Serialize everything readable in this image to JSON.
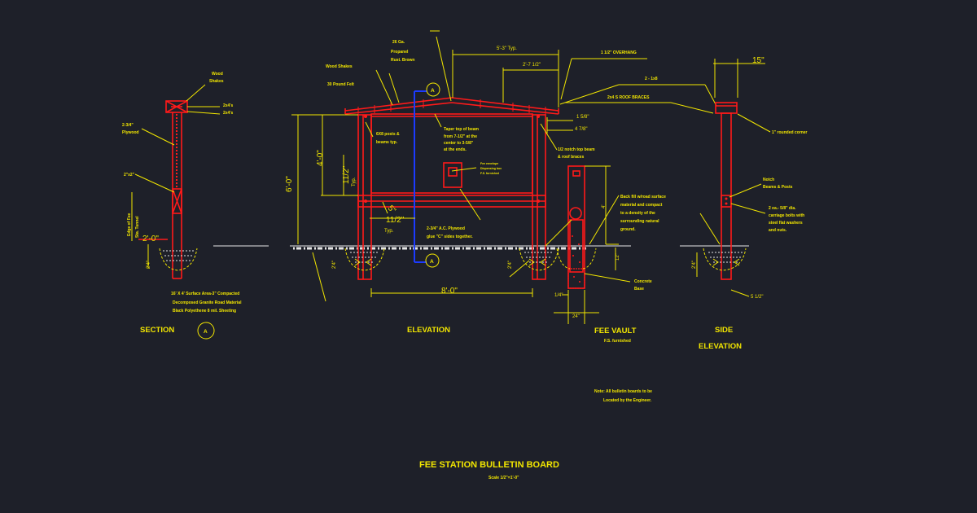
{
  "drawing": {
    "title": "FEE STATION BULLETIN BOARD",
    "scale": "Scale 1/2\"=1'-0\"",
    "background": "#1e2029",
    "colors": {
      "structure": "#ff1a1a",
      "annotation": "#f2e600",
      "ground": "#e6e6e6",
      "section_cut": "#1c3bff"
    }
  },
  "views": {
    "section": {
      "title": "SECTION",
      "marker": "A"
    },
    "elevation": {
      "title": "ELEVATION"
    },
    "fee_vault": {
      "title": "FEE VAULT",
      "subtitle": "F.S. furnished"
    },
    "side": {
      "title_1": "SIDE",
      "title_2": "ELEVATION"
    }
  },
  "section_markers": {
    "top": "A",
    "bottom": "A"
  },
  "labels": {
    "wood_shakes_1": "Wood",
    "wood_shakes_2": "Shakes",
    "two_by_fours_a": "2x4's",
    "two_by_fours_b": "2x4's",
    "plywood_1": "2-3/4\"",
    "plywood_2": "Plywood",
    "two_by_two": "2\"x2\"",
    "edge_of_fee_1": "Edge of Fee",
    "edge_of_fee_2": "Sta. Tunnel",
    "surface_1": "16' X 4' Surface Area-3\" Compacted",
    "surface_2": "Decomposed Granite Road Material",
    "surface_3": "Black Polyethene 8 mil. Sheeting",
    "wood_shakes_elev": "Wood Shakes",
    "pound_felt": "30 Pound Felt",
    "propanel_1": "26 Ga.",
    "propanel_2": "Propanel",
    "propanel_3": "Rust. Brown",
    "posts_1": "6X8 posts &",
    "posts_2": "beams typ.",
    "taper_1": "Taper top of beam",
    "taper_2": "from 7-1/2\" at the",
    "taper_3": "center to 3-5/8\"",
    "taper_4": "at the ends.",
    "sign_1": "Fee envelope",
    "sign_2": "Dispensing box",
    "sign_3": "F.S. furnished",
    "plywood_ac_1": "2-3/4\" A.C. Plywood",
    "plywood_ac_2": "glue \"C\" sides together.",
    "overhang": "1 1/2\" OVERHANG",
    "two_1x8": "2 - 1x8",
    "roof_braces": "2x4 S ROOF BRACES",
    "notch_top_1": "1/2 notch top beam",
    "notch_top_2": "& roof braces",
    "backfill_1": "Back fill w/road surface",
    "backfill_2": "material and compact",
    "backfill_3": "to a density of the",
    "backfill_4": "surrounding natural",
    "backfill_5": "ground.",
    "concrete_1": "Concrete",
    "concrete_2": "Base",
    "rounded_corner": "1\" rounded corner",
    "notch_1": "Notch",
    "notch_2": "Beams & Posts",
    "bolts_1": "2 ea.- 5/8\" dia.",
    "bolts_2": "carriage bolts with",
    "bolts_3": "steel flat washers",
    "bolts_4": "and nuts.",
    "note_1": "Note:  All bulletin boards to be",
    "note_2": "Located by the Engineer."
  },
  "dimensions": {
    "overall_5_3": "5'-3\" Typ.",
    "d_2_7_half": "2'-7 1/2\"",
    "d_1_5_8": "1 5/8\"",
    "d_4_7_8": "4 7/8\"",
    "d_4_0": "4'-0\"",
    "d_6_0": "6'-0\"",
    "d_11_half_v": "11/2\"",
    "d_11_half_h": "11/2\"",
    "d_typ": "Typ.",
    "d_8_0": "8'-0\"",
    "d_2_0": "2'-0\"",
    "d_15": "15\"",
    "d_5_half": "5 1/2\"",
    "d_2_4_a": "2'4\"",
    "d_2_4_b": "2'4\"",
    "d_2_4_c": "2'4\"",
    "d_2_4_d": "2'4\"",
    "d_12": "12\"",
    "d_24": "24\"",
    "d_ht": "4'",
    "d_5": "5\"",
    "d_w": "1/4\""
  }
}
